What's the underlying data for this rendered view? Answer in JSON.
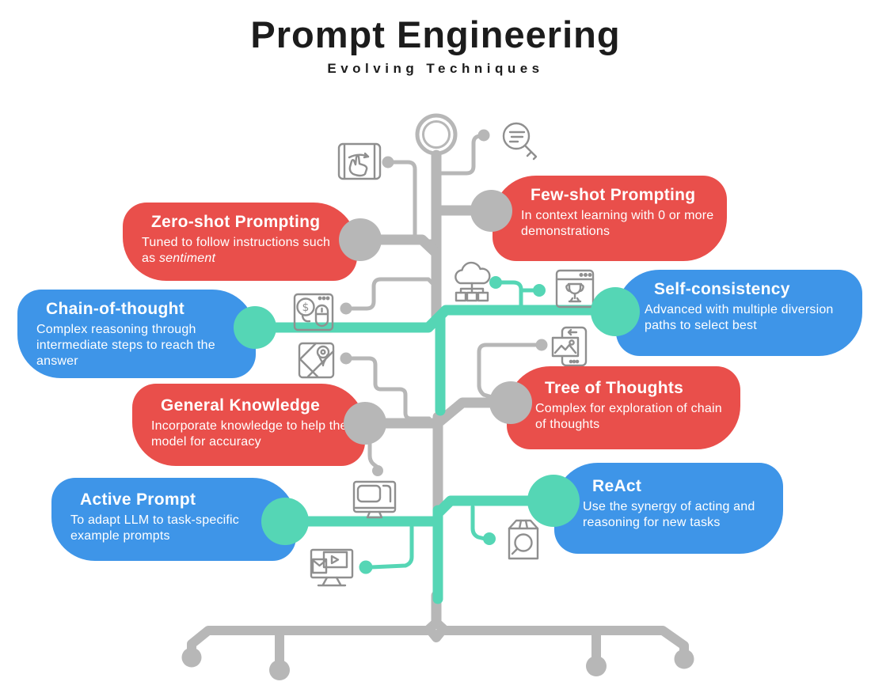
{
  "title": "Prompt Engineering",
  "subtitle": "Evolving Techniques",
  "colors": {
    "red": "#E94F4B",
    "blue": "#3E95E8",
    "teal": "#55D6B5",
    "line_gray": "#B7B7B7",
    "icon_gray": "#8F8F8F",
    "bubble_text": "#FFFFFF",
    "heading_text": "#1C1C1C"
  },
  "bubbles": [
    {
      "title": "Zero-shot Prompting",
      "body": "Tuned to follow instructions such as ",
      "body_italic": "sentiment",
      "color": "red",
      "side": "left"
    },
    {
      "title": "Few-shot Prompting",
      "body": "In context learning with 0 or more demonstrations",
      "body_italic": "",
      "color": "red",
      "side": "right"
    },
    {
      "title": "Chain-of-thought",
      "body": "Complex reasoning through intermediate steps to reach the answer",
      "body_italic": "",
      "color": "blue",
      "side": "left"
    },
    {
      "title": "Self-consistency",
      "body": "Advanced with multiple diversion paths to select best",
      "body_italic": "",
      "color": "blue",
      "side": "right"
    },
    {
      "title": "General Knowledge",
      "body": "Incorporate knowledge to help the model for accuracy",
      "body_italic": "",
      "color": "red",
      "side": "left"
    },
    {
      "title": "Tree of Thoughts",
      "body": "Complex for exploration of chain of thoughts",
      "body_italic": "",
      "color": "red",
      "side": "right"
    },
    {
      "title": "Active Prompt",
      "body": "To adapt LLM to task-specific example prompts",
      "body_italic": "",
      "color": "blue",
      "side": "left"
    },
    {
      "title": "ReAct",
      "body": "Use the synergy of acting and reasoning for new tasks",
      "body_italic": "",
      "color": "blue",
      "side": "right"
    }
  ],
  "icons": [
    "ring-icon",
    "tablet-touch-icon",
    "search-key-icon",
    "cloud-network-icon",
    "trophy-window-icon",
    "dollar-window-icon",
    "map-pin-icon",
    "phone-photo-icon",
    "desktop-computer-icon",
    "video-player-monitor-icon",
    "package-search-icon"
  ]
}
